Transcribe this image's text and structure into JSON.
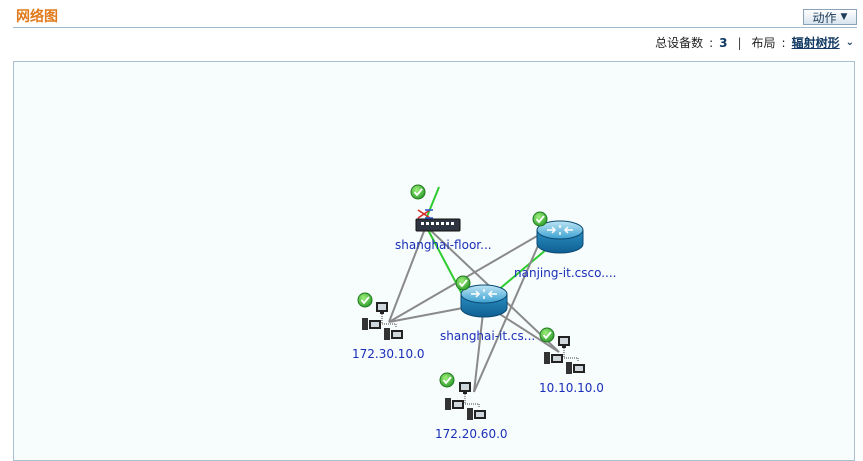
{
  "header": {
    "title": "网络图",
    "action_label": "动作"
  },
  "info": {
    "total_devices_label": "总设备数",
    "total_devices_value": "3",
    "separator": "|",
    "layout_label": "布局",
    "layout_value": "辐射树形"
  },
  "nodes": {
    "switch": {
      "label": "shanghai-floor...",
      "status": "ok",
      "icon": "switch-icon"
    },
    "router_nanjing": {
      "label": "nanjing-it.csco....",
      "status": "ok",
      "icon": "router-icon"
    },
    "router_shanghai": {
      "label": "shanghai-it.cs...",
      "status": "ok",
      "icon": "router-icon"
    },
    "subnet_172_30": {
      "label": "172.30.10.0",
      "status": "ok",
      "icon": "subnet-icon"
    },
    "subnet_10_10": {
      "label": "10.10.10.0",
      "status": "ok",
      "icon": "subnet-icon"
    },
    "subnet_172_20": {
      "label": "172.20.60.0",
      "status": "ok",
      "icon": "subnet-icon"
    }
  },
  "colors": {
    "title": "#e07a1b",
    "link_green": "#2ecc2e",
    "link_gray": "#8a8a8a",
    "label_blue": "#1a2fb8",
    "status_ok": "#3dbb3d"
  }
}
